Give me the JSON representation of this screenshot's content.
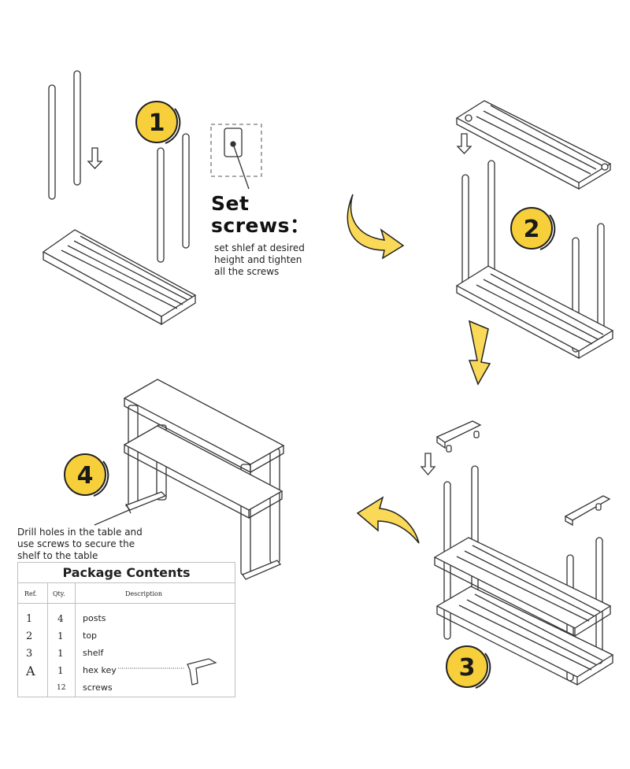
{
  "steps": [
    {
      "number": "1"
    },
    {
      "number": "2"
    },
    {
      "number": "3"
    },
    {
      "number": "4"
    }
  ],
  "set_screws": {
    "title_line1": "Set",
    "title_line2": "screws：",
    "note_line1": "set shlef at desired",
    "note_line2": "height and tighten",
    "note_line3": "all the screws"
  },
  "drill_note": {
    "line1": "Drill holes in the table and",
    "line2": "use screws to secure the",
    "line3": "shelf to the table"
  },
  "package": {
    "title": "Package Contents",
    "headers": {
      "ref": "Ref.",
      "qty": "Qty.",
      "description": "Description"
    },
    "rows": [
      {
        "ref": "1",
        "qty": "4",
        "description": "posts"
      },
      {
        "ref": "2",
        "qty": "1",
        "description": "top"
      },
      {
        "ref": "3",
        "qty": "1",
        "description": "shelf"
      },
      {
        "ref": "A",
        "qty": "1",
        "description": "hex key"
      },
      {
        "ref": "",
        "qty": "12",
        "description": "screws"
      }
    ]
  },
  "colors": {
    "badge": "#f7cf3a",
    "arrow": "#f9d957",
    "line": "#333333"
  }
}
